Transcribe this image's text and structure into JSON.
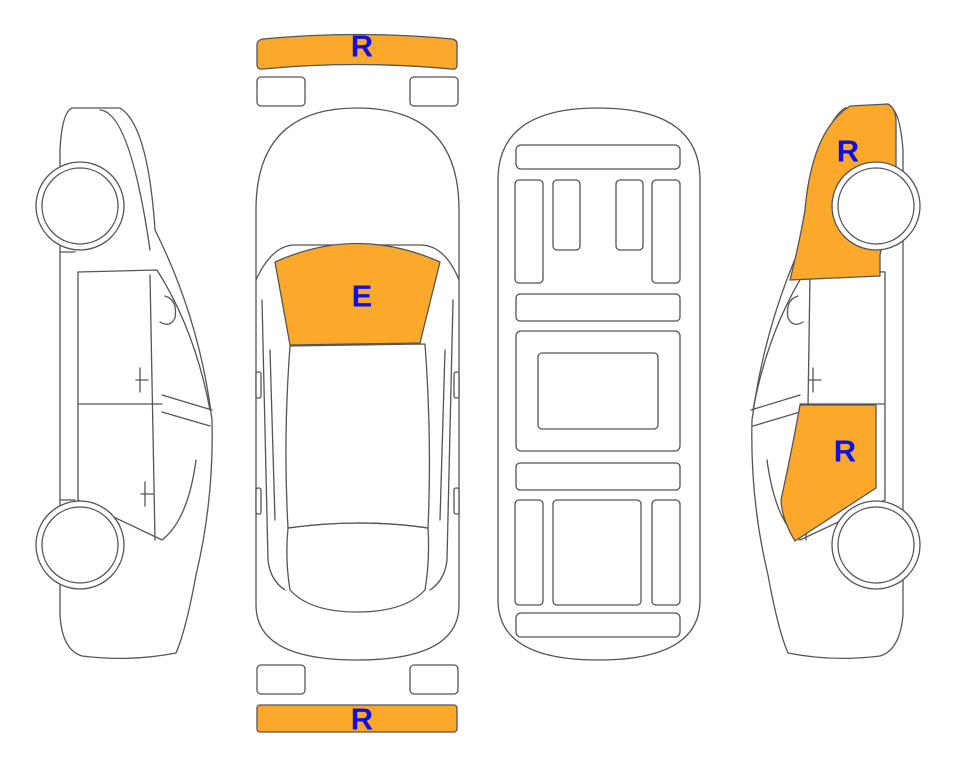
{
  "colors": {
    "damage": "#FCA92B",
    "code": "#1010E0",
    "outline": "#555555"
  },
  "zones": {
    "front_bumper": {
      "code": "R"
    },
    "hood": {
      "code": "E"
    },
    "rear_bumper": {
      "code": "R"
    },
    "right_front_fender": {
      "code": "R"
    },
    "right_rear_door": {
      "code": "R"
    }
  }
}
